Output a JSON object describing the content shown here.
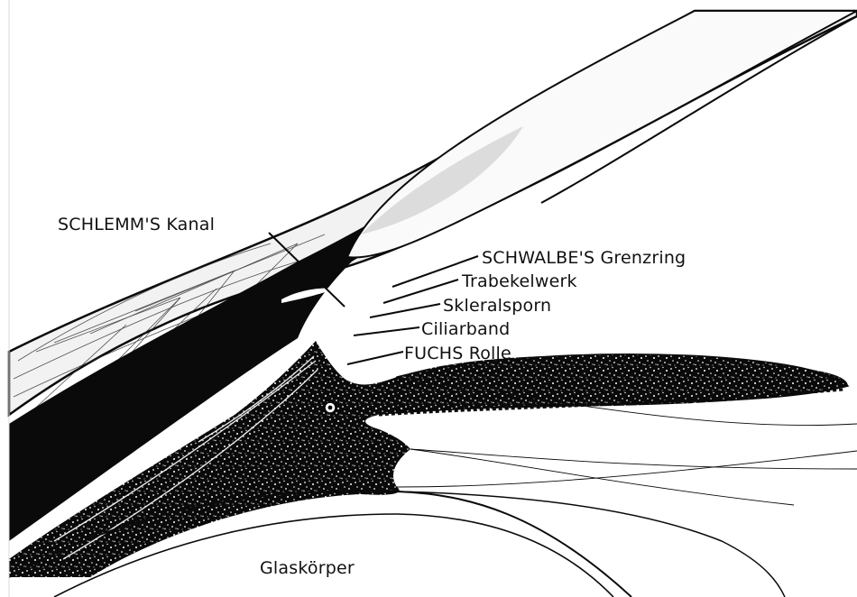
{
  "labels": {
    "schlemm": "SCHLEMM'S Kanal",
    "schwalbe": "SCHWALBE'S Grenzring",
    "trabekelwerk": "Trabekelwerk",
    "skleralsporn": "Skleralsporn",
    "ciliarband": "Ciliarband",
    "fuchs": "FUCHS Rolle",
    "glaskoerper": "Glaskörper"
  },
  "colors": {
    "ink": "#0a0a0a",
    "paper": "#ffffff",
    "speckle": "#ffffff"
  }
}
